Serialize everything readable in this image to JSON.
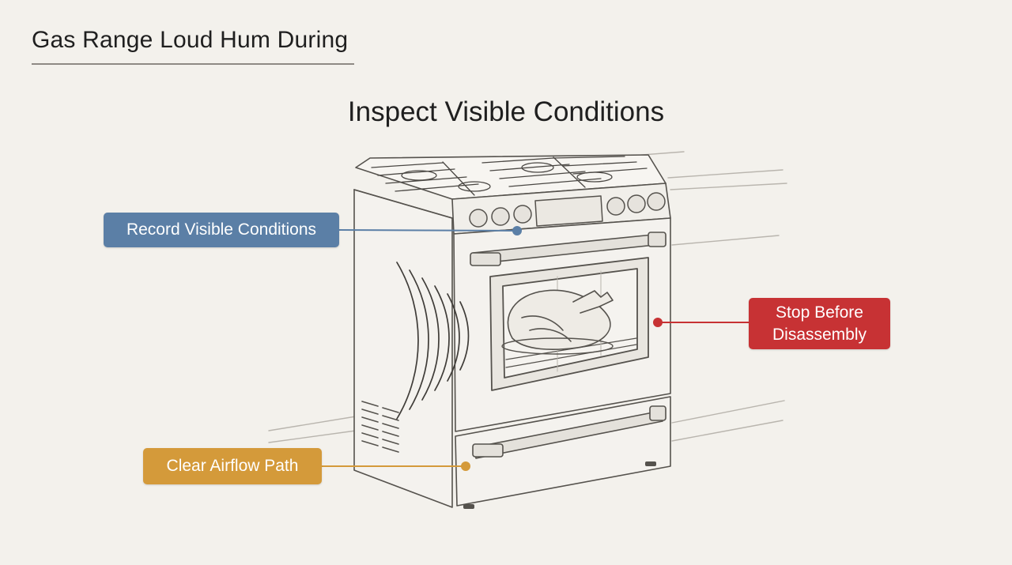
{
  "header": {
    "title": "Gas Range Loud Hum During"
  },
  "diagram": {
    "heading": "Inspect Visible Conditions",
    "illustration": "gas-range-oven-with-roast",
    "callouts": [
      {
        "id": "record",
        "lines": [
          "Record Visible Conditions"
        ],
        "color": "#5b7fa6"
      },
      {
        "id": "stop",
        "lines": [
          "Stop Before",
          "Disassembly"
        ],
        "color": "#c73234"
      },
      {
        "id": "airflow",
        "lines": [
          "Clear Airflow Path"
        ],
        "color": "#d49a3a"
      }
    ]
  }
}
